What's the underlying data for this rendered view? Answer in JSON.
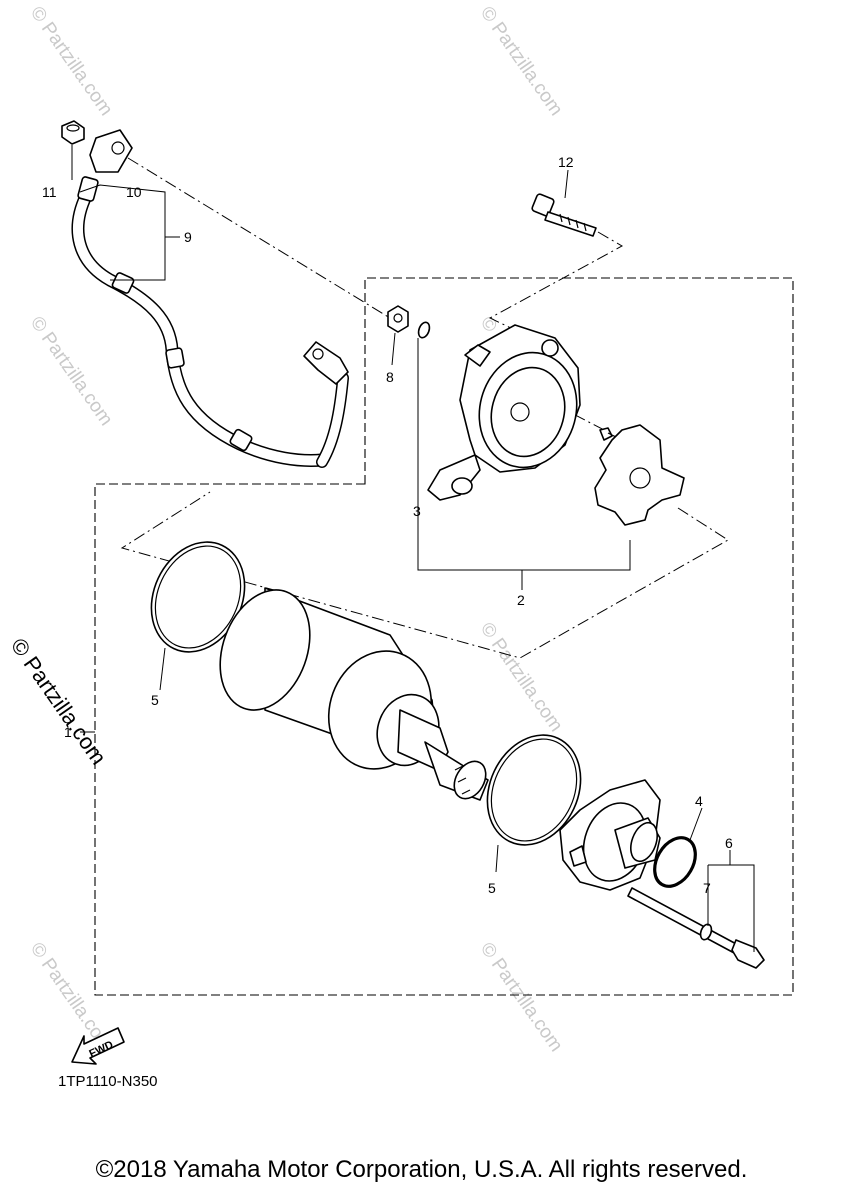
{
  "diagram": {
    "callouts": [
      {
        "id": "c1",
        "text": "1"
      },
      {
        "id": "c2",
        "text": "2"
      },
      {
        "id": "c3",
        "text": "3"
      },
      {
        "id": "c4",
        "text": "4"
      },
      {
        "id": "c5a",
        "text": "5"
      },
      {
        "id": "c5b",
        "text": "5"
      },
      {
        "id": "c6",
        "text": "6"
      },
      {
        "id": "c7",
        "text": "7"
      },
      {
        "id": "c8",
        "text": "8"
      },
      {
        "id": "c9",
        "text": "9"
      },
      {
        "id": "c10",
        "text": "10"
      },
      {
        "id": "c11",
        "text": "11"
      },
      {
        "id": "c12",
        "text": "12"
      }
    ],
    "fwd_label": "FWD",
    "diagram_code": "1TP1110-N350",
    "copyright": "©2018 Yamaha Motor Corporation, U.S.A. All rights reserved.",
    "watermark": {
      "big": "© Partzilla.com",
      "small": "© Partzilla.com"
    }
  }
}
